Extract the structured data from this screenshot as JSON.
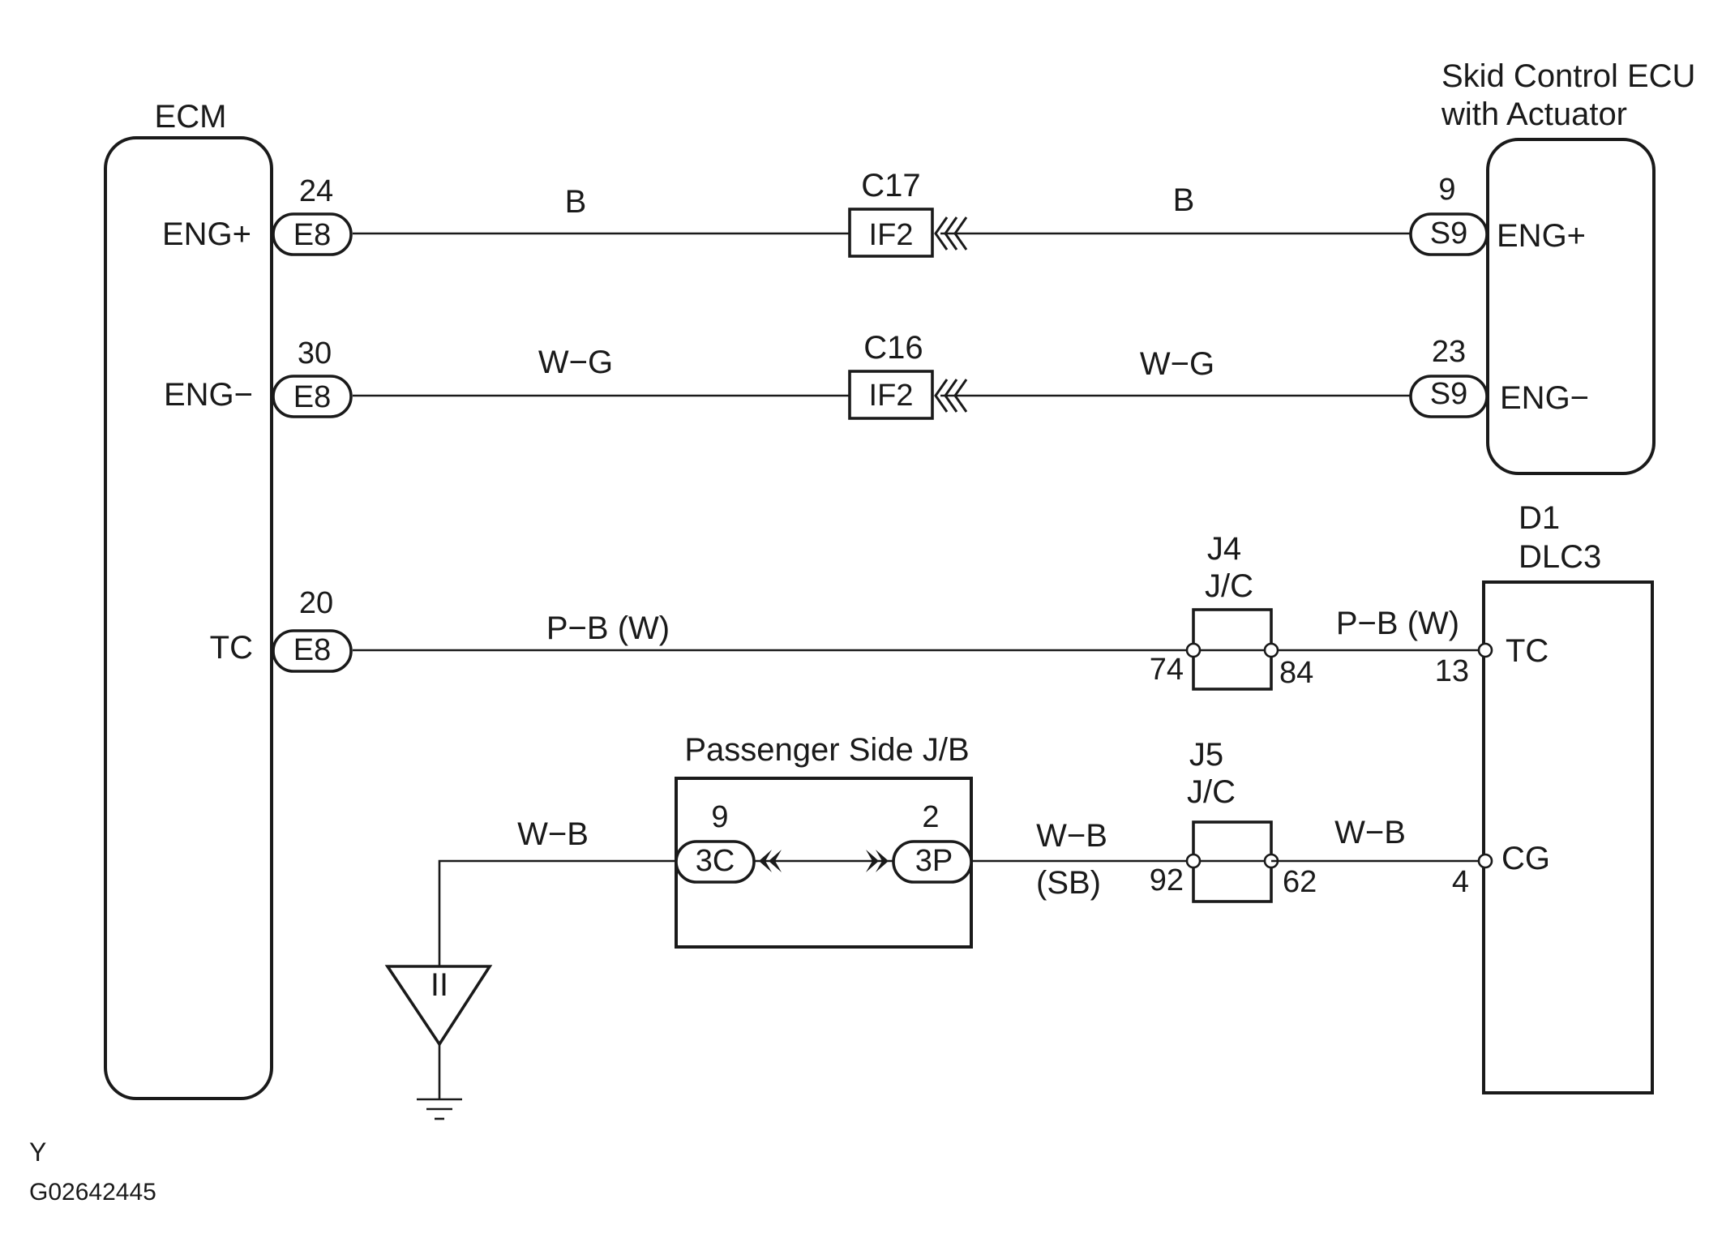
{
  "ecm": {
    "title": "ECM",
    "pins": [
      "ENG+",
      "ENG−",
      "TC"
    ]
  },
  "skid_ecu": {
    "title_line1": "Skid Control ECU",
    "title_line2": "with Actuator",
    "pins": [
      "ENG+",
      "ENG−"
    ]
  },
  "dlc": {
    "title_line1": "D1",
    "title_line2": "DLC3",
    "pins": [
      "TC",
      "CG"
    ]
  },
  "circuits": {
    "eng_plus": {
      "ecm_pin_no": "24",
      "ecm_conn": "E8",
      "wire_left": "B",
      "inline_ref": "C17",
      "inline_conn": "IF2",
      "wire_right": "B",
      "ecu_pin_no": "9",
      "ecu_conn": "S9"
    },
    "eng_minus": {
      "ecm_pin_no": "30",
      "ecm_conn": "E8",
      "wire_left": "W−G",
      "inline_ref": "C16",
      "inline_conn": "IF2",
      "wire_right": "W−G",
      "ecu_pin_no": "23",
      "ecu_conn": "S9"
    },
    "tc": {
      "ecm_pin_no": "20",
      "ecm_conn": "E8",
      "wire_left": "P−B (W)",
      "jc_ref": "J4",
      "jc_type": "J/C",
      "jc_pin_in": "74",
      "jc_pin_out": "84",
      "wire_right": "P−B (W)",
      "dlc_pin_no": "13"
    },
    "cg": {
      "ground_wire": "W−B",
      "jb_title": "Passenger Side J/B",
      "jb_pin_left_no": "9",
      "jb_conn_left": "3C",
      "jb_pin_right_no": "2",
      "jb_conn_right": "3P",
      "wire_mid": "W−B",
      "wire_mid_alt": "(SB)",
      "jc_ref": "J5",
      "jc_type": "J/C",
      "jc_pin_in": "92",
      "jc_pin_out": "62",
      "wire_right": "W−B",
      "dlc_pin_no": "4",
      "ground_point": "II"
    }
  },
  "footer": {
    "code_letter": "Y",
    "figure_id": "G02642445"
  }
}
